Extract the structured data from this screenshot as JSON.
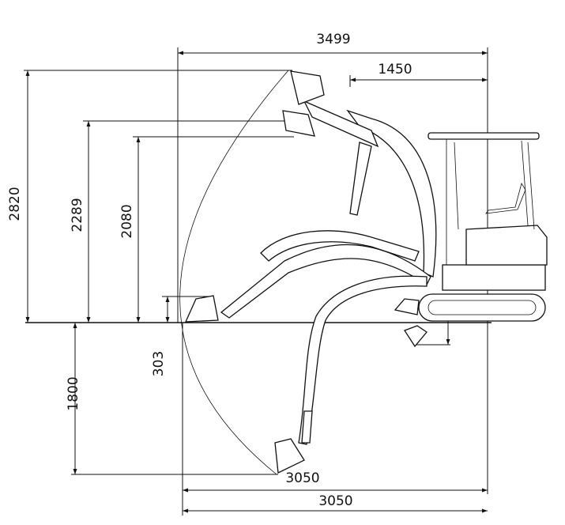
{
  "title": "Mini excavator working range dimensions",
  "dimensions": {
    "overall_length_reach": "3499",
    "boom_offset": "1450",
    "max_digging_height": "2820",
    "max_dumping_height": "2289",
    "dump_height_2": "2080",
    "blade_lift_height": "303",
    "max_digging_depth": "1800",
    "reach_at_depth": "3050",
    "max_reach_ground": "3050"
  }
}
